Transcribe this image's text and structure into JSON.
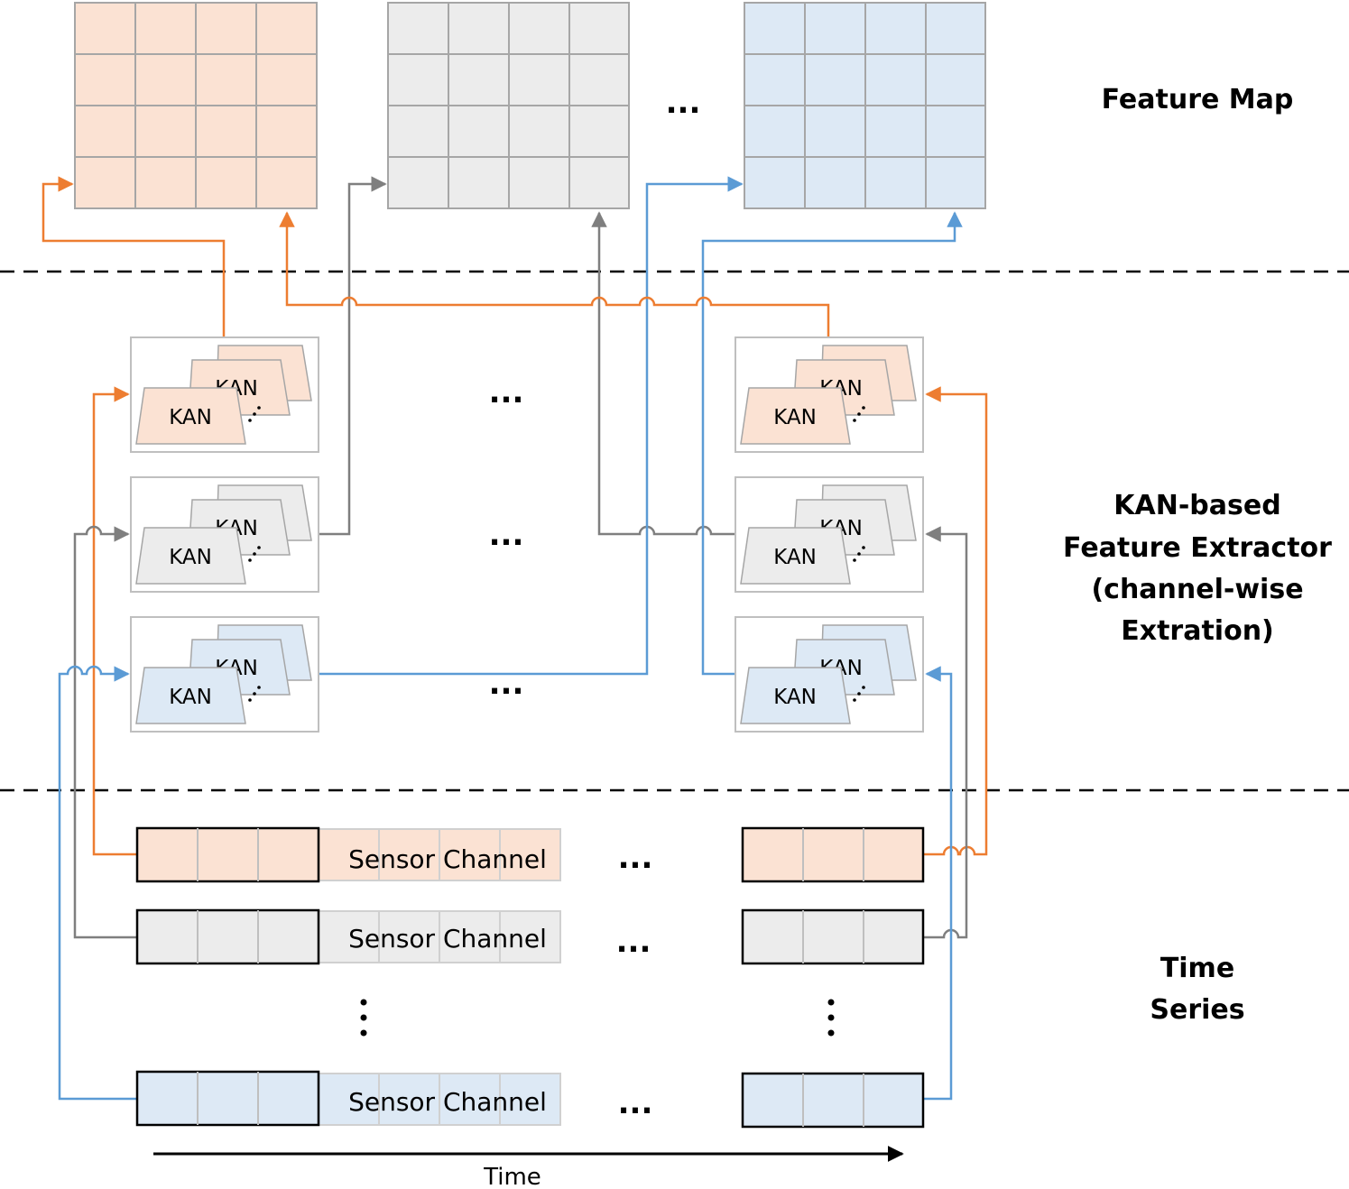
{
  "sections": {
    "feature_map": [
      "Feature Map"
    ],
    "extractor": [
      "KAN-based",
      "Feature Extractor",
      "(channel-wise",
      "Extration)"
    ],
    "time_series": [
      "Time",
      "Series"
    ]
  },
  "kan_label": "KAN",
  "sensor_channel_label": "Sensor Channel",
  "ellipsis": "...",
  "time_axis_label": "Time",
  "colors": {
    "orange_fill": "#fbe2d3",
    "gray_fill": "#ececec",
    "blue_fill": "#dde9f5",
    "orange_line": "#ed7d31",
    "gray_line": "#7f7f7f",
    "blue_line": "#5b9bd5",
    "grid_line": "#a6a6a6"
  }
}
